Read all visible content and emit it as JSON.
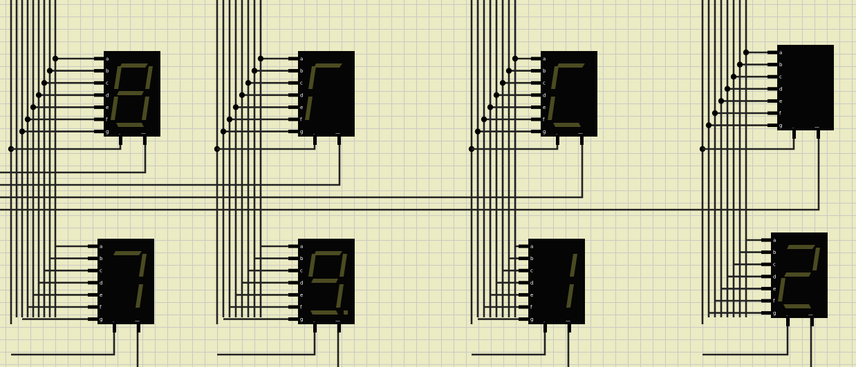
{
  "diagram": {
    "pin_labels": [
      "a",
      "b",
      "c",
      "d",
      "e",
      "f",
      "g"
    ],
    "dp_label": ".",
    "com_label": "—",
    "displays": [
      {
        "name": "display-top-1",
        "lit_segments": [
          "a",
          "b",
          "c",
          "d",
          "e",
          "f",
          "g"
        ]
      },
      {
        "name": "display-top-2",
        "lit_segments": [
          "a",
          "e",
          "f"
        ]
      },
      {
        "name": "display-top-3",
        "lit_segments": [
          "a",
          "d",
          "e",
          "f"
        ]
      },
      {
        "name": "display-top-4",
        "lit_segments": []
      },
      {
        "name": "display-bottom-1",
        "lit_segments": [
          "a",
          "b",
          "c"
        ]
      },
      {
        "name": "display-bottom-2",
        "lit_segments": [
          "a",
          "b",
          "c",
          "d",
          "f",
          "g",
          "dp"
        ]
      },
      {
        "name": "display-bottom-3",
        "lit_segments": [
          "b",
          "c"
        ]
      },
      {
        "name": "display-bottom-4",
        "lit_segments": [
          "a",
          "b",
          "d",
          "e",
          "g"
        ]
      }
    ]
  },
  "colors": {
    "background": "#ebebc4",
    "grid": "#c9c9c2",
    "wire": "#222222",
    "display_body": "#050505",
    "segment_lit": "#4b4b22",
    "label": "#ffffff"
  }
}
